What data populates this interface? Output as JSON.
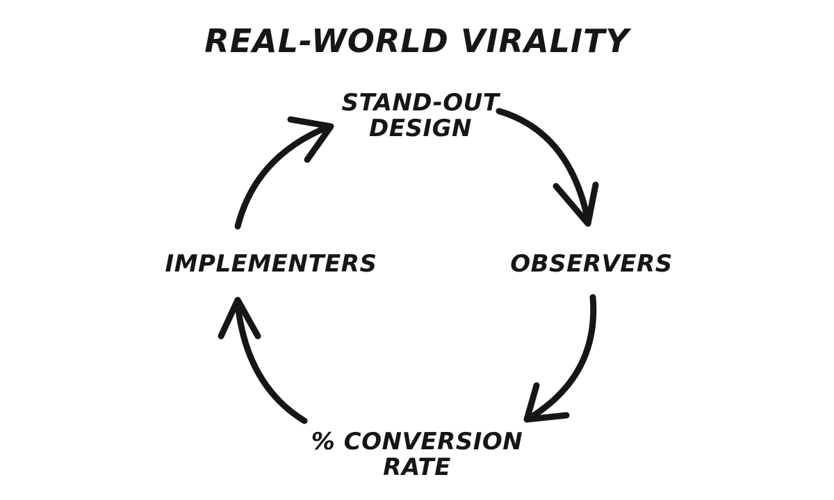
{
  "diagram": {
    "title": "REAL-WORLD VIRALITY",
    "nodes": {
      "top": {
        "line1": "STAND-OUT",
        "line2": "DESIGN"
      },
      "right": {
        "line1": "OBSERVERS"
      },
      "bottom": {
        "line1": "% CONVERSION",
        "line2": "RATE"
      },
      "left": {
        "line1": "IMPLEMENTERS"
      }
    },
    "edges": [
      {
        "from": "top",
        "to": "right"
      },
      {
        "from": "right",
        "to": "bottom"
      },
      {
        "from": "bottom",
        "to": "left"
      },
      {
        "from": "left",
        "to": "top"
      }
    ],
    "colors": {
      "ink": "#161616",
      "background": "#ffffff"
    }
  }
}
